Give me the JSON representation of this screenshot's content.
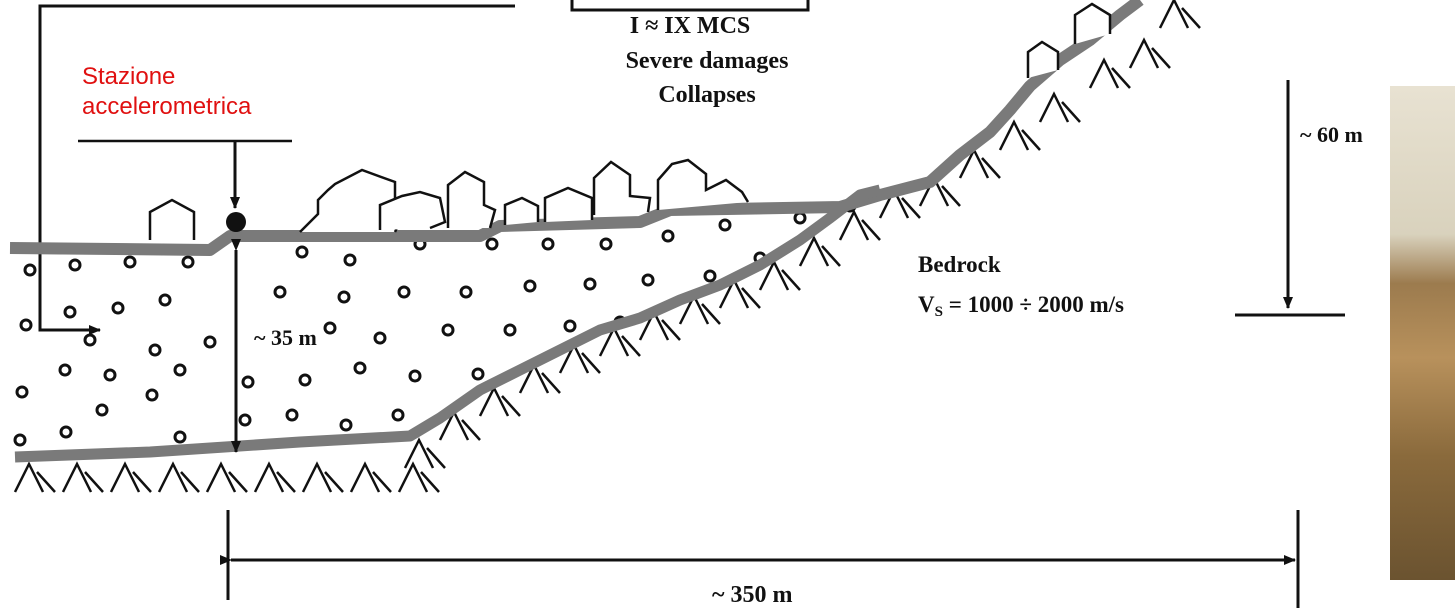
{
  "station_label": [
    "Stazione",
    "accelerometrica"
  ],
  "intensity": "I ≈ IX MCS",
  "damage_1": "Severe damages",
  "damage_2": "Collapses",
  "bedrock_label": "Bedrock",
  "vs_prefix": "V",
  "vs_sub": "S",
  "vs_value": " = 1000 ÷ 2000 m/s",
  "height_label": "~ 60 m",
  "depth_label": "~ 35 m",
  "width_label": "~ 350 m",
  "colors": {
    "profile": "#7a7a7a",
    "ink": "#111111",
    "accent": "#e01010"
  }
}
